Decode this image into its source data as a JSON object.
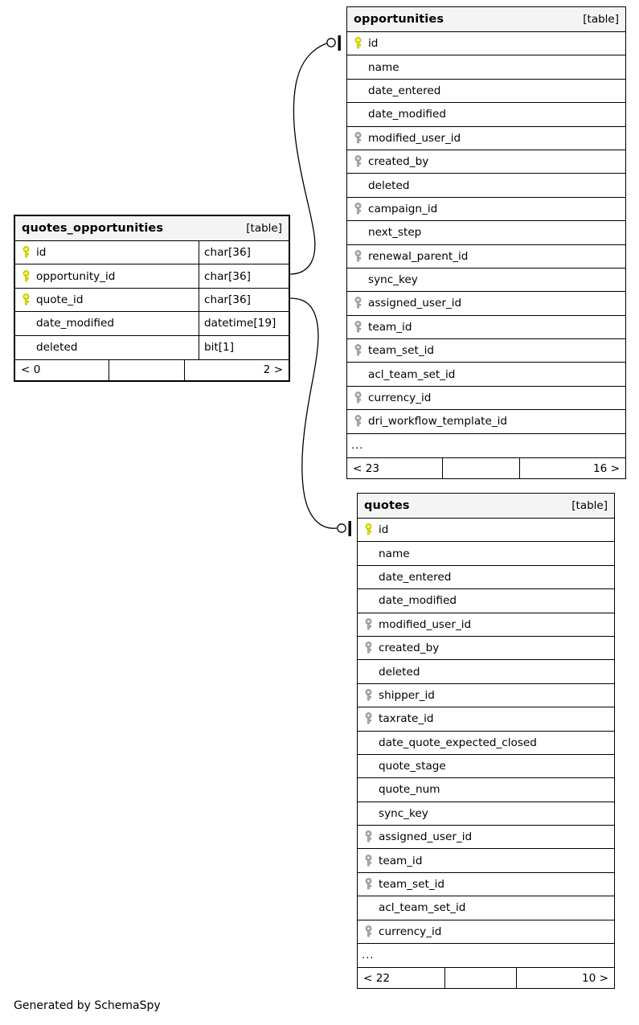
{
  "diagram": {
    "caption": "Generated by SchemaSpy",
    "table_tag": "[table]",
    "ellipsis": "...",
    "colors": {
      "primary_key": "#ecec00",
      "foreign_key": "#b0b0b0",
      "header_bg": "#f4f4f4",
      "border": "#000000",
      "background": "#ffffff"
    }
  },
  "tables": {
    "quotes_opportunities": {
      "name": "quotes_opportunities",
      "tag": "[table]",
      "columns": [
        {
          "name": "id",
          "type": "char[36]",
          "key": "primary"
        },
        {
          "name": "opportunity_id",
          "type": "char[36]",
          "key": "primary"
        },
        {
          "name": "quote_id",
          "type": "char[36]",
          "key": "primary"
        },
        {
          "name": "date_modified",
          "type": "datetime[19]",
          "key": "none"
        },
        {
          "name": "deleted",
          "type": "bit[1]",
          "key": "none"
        }
      ],
      "footer": {
        "left": "< 0",
        "middle": "",
        "right": "2 >"
      }
    },
    "opportunities": {
      "name": "opportunities",
      "tag": "[table]",
      "columns": [
        {
          "name": "id",
          "key": "primary"
        },
        {
          "name": "name",
          "key": "none"
        },
        {
          "name": "date_entered",
          "key": "none"
        },
        {
          "name": "date_modified",
          "key": "none"
        },
        {
          "name": "modified_user_id",
          "key": "foreign"
        },
        {
          "name": "created_by",
          "key": "foreign"
        },
        {
          "name": "deleted",
          "key": "none"
        },
        {
          "name": "campaign_id",
          "key": "foreign"
        },
        {
          "name": "next_step",
          "key": "none"
        },
        {
          "name": "renewal_parent_id",
          "key": "foreign"
        },
        {
          "name": "sync_key",
          "key": "none"
        },
        {
          "name": "assigned_user_id",
          "key": "foreign"
        },
        {
          "name": "team_id",
          "key": "foreign"
        },
        {
          "name": "team_set_id",
          "key": "foreign"
        },
        {
          "name": "acl_team_set_id",
          "key": "none"
        },
        {
          "name": "currency_id",
          "key": "foreign"
        },
        {
          "name": "dri_workflow_template_id",
          "key": "foreign"
        }
      ],
      "has_more": true,
      "footer": {
        "left": "< 23",
        "middle": "",
        "right": "16 >"
      }
    },
    "quotes": {
      "name": "quotes",
      "tag": "[table]",
      "columns": [
        {
          "name": "id",
          "key": "primary"
        },
        {
          "name": "name",
          "key": "none"
        },
        {
          "name": "date_entered",
          "key": "none"
        },
        {
          "name": "date_modified",
          "key": "none"
        },
        {
          "name": "modified_user_id",
          "key": "foreign"
        },
        {
          "name": "created_by",
          "key": "foreign"
        },
        {
          "name": "deleted",
          "key": "none"
        },
        {
          "name": "shipper_id",
          "key": "foreign"
        },
        {
          "name": "taxrate_id",
          "key": "foreign"
        },
        {
          "name": "date_quote_expected_closed",
          "key": "none"
        },
        {
          "name": "quote_stage",
          "key": "none"
        },
        {
          "name": "quote_num",
          "key": "none"
        },
        {
          "name": "sync_key",
          "key": "none"
        },
        {
          "name": "assigned_user_id",
          "key": "foreign"
        },
        {
          "name": "team_id",
          "key": "foreign"
        },
        {
          "name": "team_set_id",
          "key": "foreign"
        },
        {
          "name": "acl_team_set_id",
          "key": "none"
        },
        {
          "name": "currency_id",
          "key": "foreign"
        }
      ],
      "has_more": true,
      "footer": {
        "left": "< 22",
        "middle": "",
        "right": "10 >"
      }
    }
  },
  "relationships": [
    {
      "from_table": "quotes_opportunities",
      "from_column": "opportunity_id",
      "to_table": "opportunities",
      "to_column": "id",
      "to_cardinality": "zero-or-one"
    },
    {
      "from_table": "quotes_opportunities",
      "from_column": "quote_id",
      "to_table": "quotes",
      "to_column": "id",
      "to_cardinality": "zero-or-one"
    }
  ]
}
